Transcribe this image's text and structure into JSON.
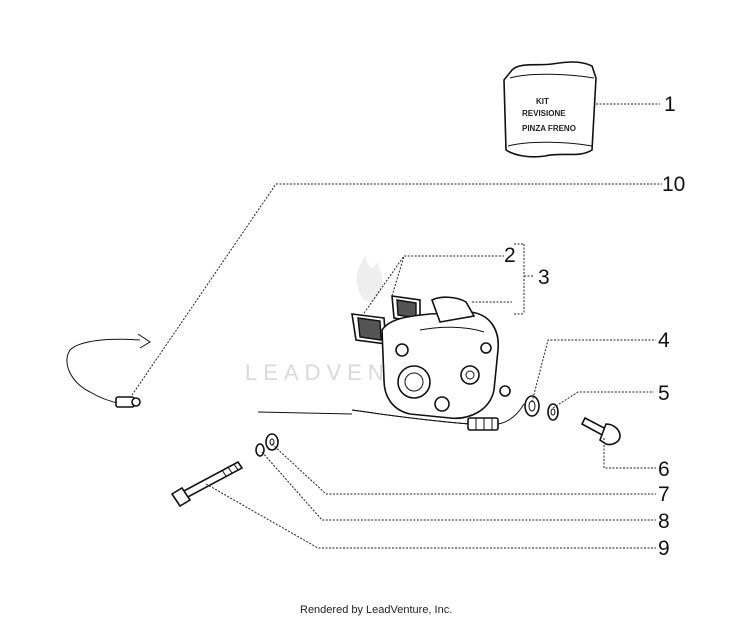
{
  "diagram": {
    "callouts": [
      "1",
      "10",
      "2",
      "3",
      "4",
      "5",
      "6",
      "7",
      "8",
      "9"
    ],
    "kit_label": [
      "KIT",
      "REVISIONE",
      "PINZA FRENO"
    ],
    "watermark": "LEADVENTURE",
    "footer": "Rendered by LeadVenture, Inc."
  }
}
